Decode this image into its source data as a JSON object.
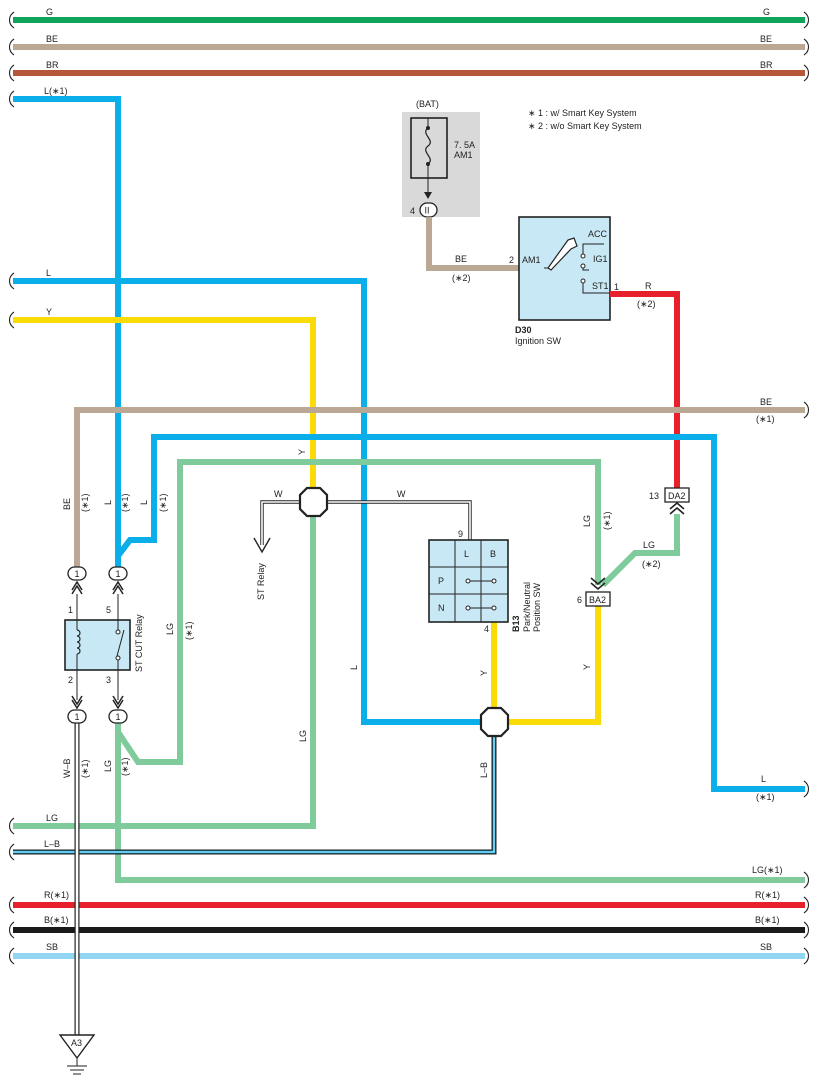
{
  "colors": {
    "G": "#0ea55a",
    "BE": "#bba894",
    "BR": "#b5583a",
    "L": "#0aaee8",
    "Y": "#fbdb05",
    "LG": "#7fcb9b",
    "R": "#e6212b",
    "B": "#1a1a1a",
    "SB": "#92d6f1",
    "component_fill": "#c9e8f6"
  },
  "bus_labels": {
    "g_left": "G",
    "g_right": "G",
    "be_left": "BE",
    "be_right": "BE",
    "br_left": "BR",
    "br_right": "BR",
    "l1_left": "L(∗1)",
    "l_left": "L",
    "y_left": "Y",
    "be2_right": "BE",
    "be2_right_note": "(∗1)",
    "l2_right": "L",
    "l2_right_note": "(∗1)",
    "lg_left": "LG",
    "lb_left": "L–B",
    "lg2_right": "LG(∗1)",
    "r_left": "R(∗1)",
    "r_right": "R(∗1)",
    "b_left": "B(∗1)",
    "b_right": "B(∗1)",
    "sb_left": "SB",
    "sb_right": "SB"
  },
  "notes": {
    "n1": "∗ 1 : w/ Smart Key System",
    "n2": "∗ 2 : w/o Smart Key System"
  },
  "fuse": {
    "source": "(BAT)",
    "rating": "7. 5A",
    "name": "AM1",
    "pin": "4",
    "conn": "II"
  },
  "ignition": {
    "code": "D30",
    "name": "Ignition SW",
    "pin_am1": "2",
    "label_am1": "AM1",
    "acc": "ACC",
    "ig1": "IG1",
    "st1": "ST1",
    "pin_st1": "1",
    "wire_in": "BE",
    "wire_in_note": "(∗2)",
    "wire_out": "R",
    "wire_out_note": "(∗2)"
  },
  "relay": {
    "name": "ST CUT Relay",
    "pin1": "1",
    "pin2": "2",
    "pin3": "3",
    "pin5": "5",
    "conn": "1"
  },
  "pnp": {
    "code": "B13",
    "name_line1": "Park/Neutral",
    "name_line2": "Position SW",
    "pin9": "9",
    "pin4": "4",
    "l": "L",
    "b": "B",
    "p": "P",
    "n": "N"
  },
  "connectors": {
    "da2": "DA2",
    "da2_pin": "13",
    "ba2": "BA2",
    "ba2_pin": "6",
    "ground": "A3"
  },
  "wire_labels": {
    "be_vert": "BE",
    "be_vert_note": "(∗1)",
    "l_vert1": "L",
    "l_vert1_note": "(∗1)",
    "l_vert2": "L",
    "l_vert2_note": "(∗1)",
    "y_vert": "Y",
    "w_left": "W",
    "w_right": "W",
    "st_relay": "ST Relay",
    "lg_vert1": "LG",
    "lg_vert1_note": "(∗1)",
    "lg_vert2": "LG",
    "lg_vert3": "LG",
    "lg_vert3_note": "(∗1)",
    "wb_vert": "W–B",
    "wb_vert_note": "(∗1)",
    "l_long": "L",
    "y_pnp": "Y",
    "y_ba2": "Y",
    "lb_vert": "L–B",
    "lg_da2": "LG",
    "lg_da2_note": "(∗1)",
    "lg_da2b": "LG",
    "lg_da2b_note": "(∗2)"
  }
}
